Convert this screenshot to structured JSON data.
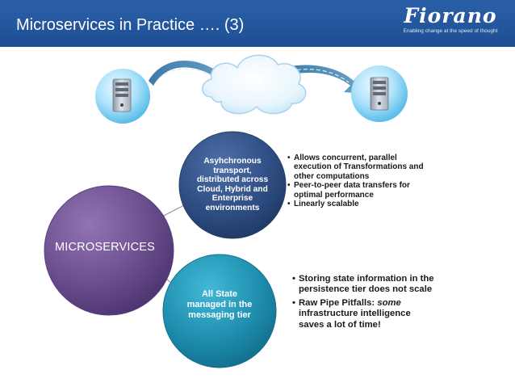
{
  "header": {
    "title": "Microservices in Practice  …. (3)",
    "logo_text": "Fiorano",
    "logo_tagline": "Enabling change at the speed of thought",
    "background": "#1e4f93"
  },
  "diagram": {
    "main_node": {
      "label": "MICROSERVICES",
      "color": "#6b4f8e"
    },
    "top_node": {
      "lines": [
        "Asyhchronous",
        "transport,",
        "distributed across",
        "Cloud, Hybrid and",
        "Enterprise",
        "environments"
      ],
      "color": "#2f4f84"
    },
    "bottom_node": {
      "lines": [
        "All State",
        "managed in the",
        "messaging tier"
      ],
      "color": "#1f8fb0"
    },
    "top_bullets": [
      {
        "text": "Allows concurrent, parallel execution of Transformations and other computations"
      },
      {
        "text": "Peer-to-peer data transfers for optimal performance"
      },
      {
        "text": "Linearly scalable"
      }
    ],
    "bottom_bullets": [
      {
        "text": "Storing state information in the persistence tier does not scale"
      },
      {
        "prefix": "Raw Pipe Pitfalls: ",
        "emphasis": "some",
        "suffix": " infrastructure intelligence saves a lot of time!"
      }
    ],
    "icons": [
      "server-icon",
      "cloud-icon",
      "server-icon"
    ]
  }
}
